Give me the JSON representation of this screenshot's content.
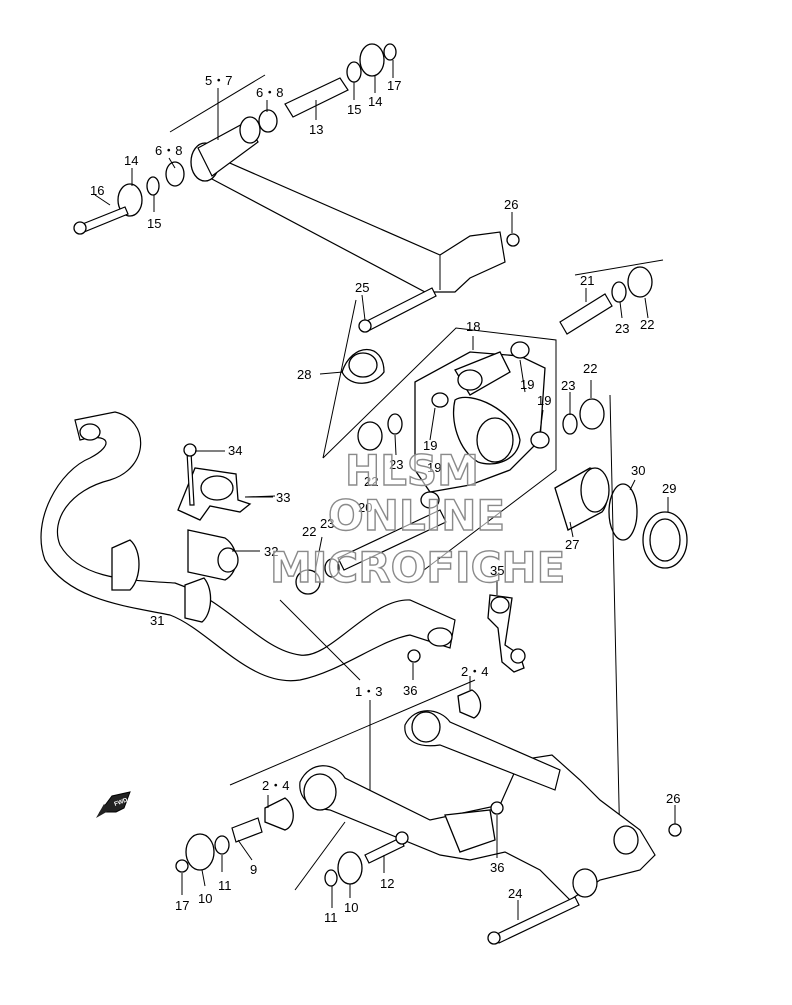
{
  "watermark": {
    "line1": "HLSM",
    "line2": "ONLINE",
    "line3": "MICROFICHE",
    "color": "#8a8a8a"
  },
  "direction_badge": "FWD",
  "labels": {
    "p5_7": "5・7",
    "p6_8a": "6・8",
    "p6_8b": "6・8",
    "p13": "13",
    "p15a": "15",
    "p14a": "14",
    "p17a": "17",
    "p14b": "14",
    "p16": "16",
    "p15b": "15",
    "p26a": "26",
    "p25": "25",
    "p21": "21",
    "p23a": "23",
    "p22a": "22",
    "p18": "18",
    "p28": "28",
    "p19a": "19",
    "p19b": "19",
    "p19c": "19",
    "p23b": "23",
    "p22b": "22",
    "p23c": "23",
    "p19d": "19",
    "p22c": "22",
    "p20": "20",
    "p22d": "22",
    "p23d": "23",
    "p34": "34",
    "p33": "33",
    "p32": "32",
    "p31": "31",
    "p30": "30",
    "p29": "29",
    "p27": "27",
    "p35": "35",
    "p36a": "36",
    "p2_4a": "2・4",
    "p1_3": "1・3",
    "p2_4b": "2・4",
    "p9": "9",
    "p11a": "11",
    "p10a": "10",
    "p17b": "17",
    "p12": "12",
    "p11b": "11",
    "p10b": "10",
    "p36b": "36",
    "p24": "24",
    "p26b": "26"
  }
}
